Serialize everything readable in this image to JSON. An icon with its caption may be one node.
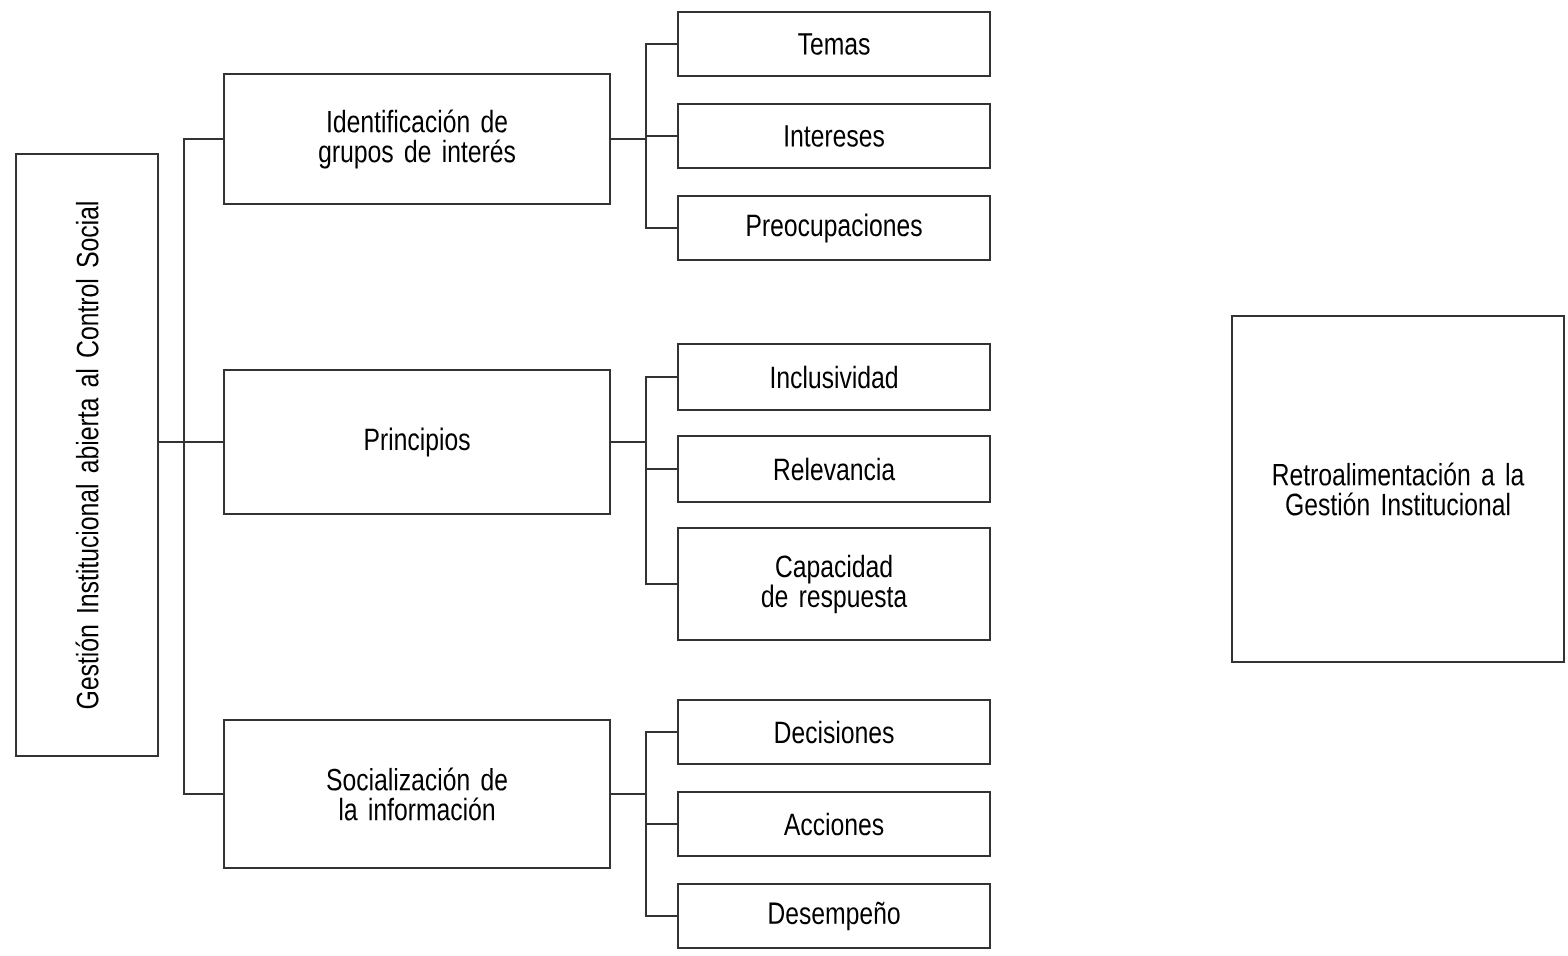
{
  "diagram": {
    "nodes": [
      {
        "text": [
          "Gestión Institucional abierta al Control Social"
        ]
      },
      {
        "text": [
          "Identificación de grupos de interés"
        ]
      },
      {
        "text": [
          "Temas"
        ]
      },
      {
        "text": [
          "Intereses"
        ]
      },
      {
        "text": [
          "Preocupaciones"
        ]
      },
      {
        "text": [
          "Principios"
        ]
      },
      {
        "text": [
          "Inclusividad"
        ]
      },
      {
        "text": [
          "Relevancia"
        ]
      },
      {
        "text": [
          "Capacidad de respuesta"
        ]
      },
      {
        "text": [
          "Socialización de la información"
        ]
      },
      {
        "text": [
          "Decisiones"
        ]
      },
      {
        "text": [
          "Acciones"
        ]
      },
      {
        "text": [
          "Desempeño"
        ]
      },
      {
        "text": [
          "Retroalimentación a la Gestión Institucional"
        ]
      }
    ],
    "edges": [
      {
        "from": 0,
        "to": 1,
        "arrow": "none"
      },
      {
        "from": 0,
        "to": 5,
        "arrow": "none"
      },
      {
        "from": 0,
        "to": 9,
        "arrow": "none"
      },
      {
        "from": 1,
        "to": 2,
        "arrow": "none"
      },
      {
        "from": 1,
        "to": 3,
        "arrow": "none"
      },
      {
        "from": 1,
        "to": 4,
        "arrow": "none"
      },
      {
        "from": 5,
        "to": 6,
        "arrow": "none"
      },
      {
        "from": 5,
        "to": 7,
        "arrow": "none"
      },
      {
        "from": 5,
        "to": 8,
        "arrow": "none"
      },
      {
        "from": 9,
        "to": 10,
        "arrow": "none"
      },
      {
        "from": 9,
        "to": 11,
        "arrow": "none"
      },
      {
        "from": 9,
        "to": 12,
        "arrow": "none"
      }
    ]
  }
}
